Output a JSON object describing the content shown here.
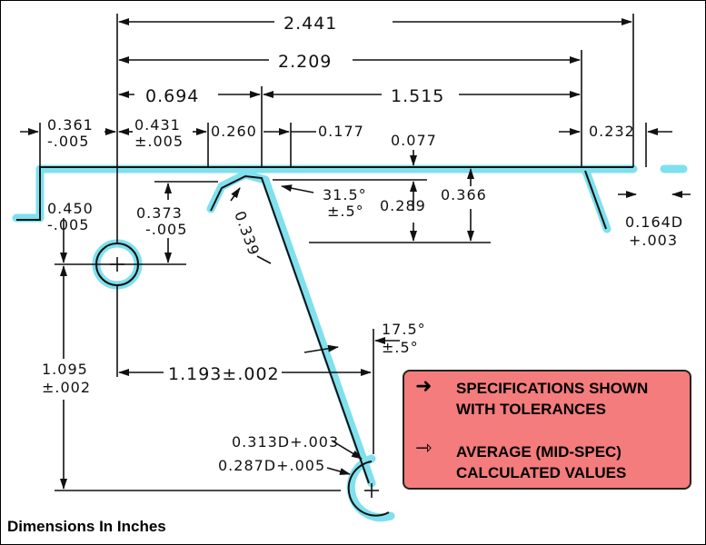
{
  "caption": "Dimensions In Inches",
  "legend": {
    "spec_line1": "SPECIFICATIONS SHOWN",
    "spec_line2": "WITH TOLERANCES",
    "avg_line1": "AVERAGE (MID-SPEC)",
    "avg_line2": "CALCULATED VALUES",
    "spec_icon": "filled-arrow-icon",
    "avg_icon": "open-arrow-icon"
  },
  "colors": {
    "part_outline": "#7fe0ee",
    "legend_bg": "#f47c7c"
  },
  "dimensions": {
    "overall_2441": "2.441",
    "overall_2209": "2.209",
    "d_0694": "0.694",
    "d_1515": "1.515",
    "d_0361": "0.361",
    "d_0361_tol": "-.005",
    "d_0431": "0.431",
    "d_0431_tol": "±.005",
    "d_0260": "0.260",
    "d_0177": "0.177",
    "d_0077": "0.077",
    "d_0232": "0.232",
    "d_0450": "0.450",
    "d_0450_tol": "-.005",
    "d_0373": "0.373",
    "d_0373_tol": "-.005",
    "angle_315": "31.5°",
    "angle_315_tol": "±.5°",
    "d_0289": "0.289",
    "d_0366": "0.366",
    "d_0339": "0.339",
    "hole_0164": "0.164D",
    "hole_0164_tol": "+.003",
    "angle_175": "17.5°",
    "angle_175_tol": "±.5°",
    "d_1095": "1.095",
    "d_1095_tol": "±.002",
    "d_1193": "1.193±.002",
    "d_0313": "0.313D+.003",
    "d_0287": "0.287D+.005"
  }
}
